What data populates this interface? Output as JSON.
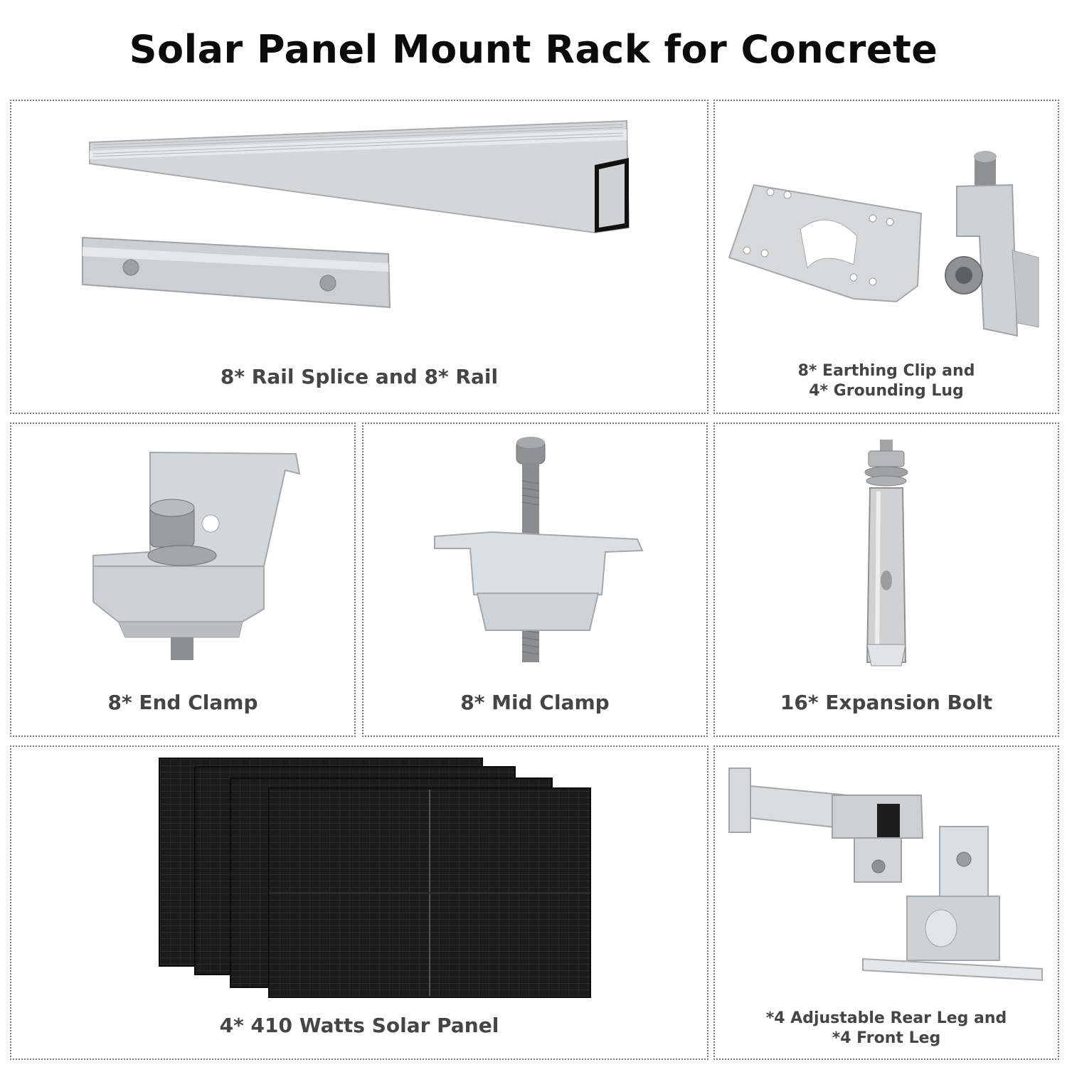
{
  "title": "Solar Panel Mount Rack for Concrete",
  "items": [
    {
      "name": "rail",
      "label": "8* Rail Splice and 8* Rail"
    },
    {
      "name": "earthing",
      "label_line1": "8* Earthing Clip and",
      "label_line2": "4* Grounding Lug"
    },
    {
      "name": "end-clamp",
      "label": "8* End Clamp"
    },
    {
      "name": "mid-clamp",
      "label": "8* Mid Clamp"
    },
    {
      "name": "expansion-bolt",
      "label": "16* Expansion Bolt"
    },
    {
      "name": "solar-panel",
      "label": "4* 410 Watts Solar Panel"
    },
    {
      "name": "legs",
      "label_line1": "*4 Adjustable Rear Leg and",
      "label_line2": "*4 Front Leg"
    }
  ],
  "colors": {
    "metal": "#c9cbcd",
    "metal_dark": "#9a9c9e",
    "panel": "#1a1a1a",
    "label": "#454545"
  }
}
